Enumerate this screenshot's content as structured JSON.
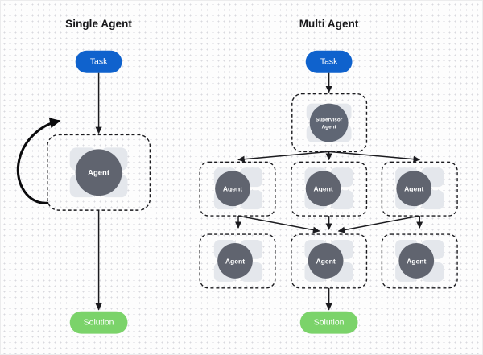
{
  "figure": {
    "background_color": "#fdfdfd",
    "grid": "dot-grid"
  },
  "panels": [
    {
      "id": "single-agent",
      "title": "Single Agent",
      "nodes": {
        "task": {
          "label": "Task",
          "color": "#0f62cd",
          "shape": "pill"
        },
        "agent": {
          "label": "Agent",
          "color": "#60646f",
          "shape": "circle-in-dashed-box"
        },
        "solution": {
          "label": "Solution",
          "color": "#80d濾",
          "shape": "pill"
        }
      }
    },
    {
      "id": "multi-agent",
      "title": "Multi Agent",
      "nodes": {
        "task": {
          "label": "Task",
          "color": "#0f62cd",
          "shape": "pill"
        },
        "supervisor": {
          "label_line1": "Supervisor",
          "label_line2": "Agent",
          "color": "#5f6674"
        },
        "solution": {
          "label": "Solution",
          "color": "#7bd36a",
          "shape": "pill"
        }
      },
      "row_mid": [
        {
          "label": "Agent"
        },
        {
          "label": "Agent"
        },
        {
          "label": "Agent"
        }
      ],
      "row_bottom": [
        {
          "label": "Agent"
        },
        {
          "label": "Agent"
        },
        {
          "label": "Agent"
        }
      ]
    }
  ],
  "labels": {
    "single_title": "Single Agent",
    "multi_title": "Multi Agent",
    "task": "Task",
    "solution": "Solution",
    "agent": "Agent",
    "supervisor_line1": "Supervisor",
    "supervisor_line2": "Agent"
  },
  "colors": {
    "task_blue": "#0f62cd",
    "solution_green": "#7bd36a",
    "agent_gray": "#60646f",
    "supervisor_gray": "#5f6674",
    "quadrant_gray": "#e4e7ec",
    "arrow_black": "#1b1b1f",
    "title_text": "#18181b",
    "grid_dot": "#d9d9de"
  }
}
